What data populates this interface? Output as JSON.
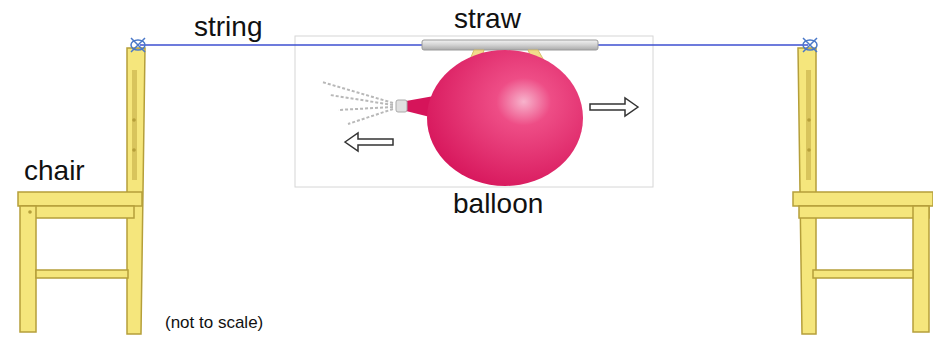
{
  "diagram": {
    "labels": [
      "string",
      "straw",
      "chair",
      "balloon",
      "(not to scale)"
    ]
  }
}
